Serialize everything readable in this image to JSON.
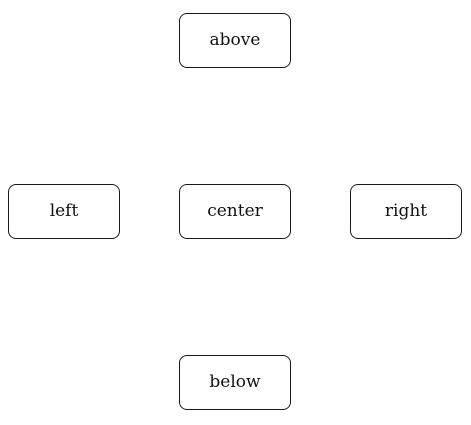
{
  "nodes": {
    "above": "above",
    "left": "left",
    "center": "center",
    "right": "right",
    "below": "below"
  }
}
